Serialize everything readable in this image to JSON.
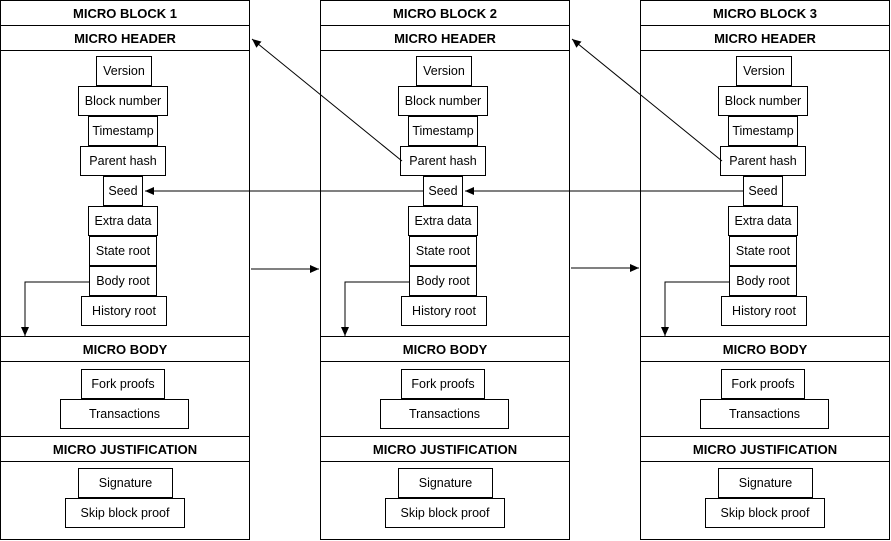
{
  "blocks": [
    {
      "title": "MICRO BLOCK 1",
      "header_title": "MICRO HEADER",
      "header_fields": [
        "Version",
        "Block number",
        "Timestamp",
        "Parent hash",
        "Seed",
        "Extra data",
        "State root",
        "Body root",
        "History root"
      ],
      "body_title": "MICRO BODY",
      "body_fields": [
        "Fork proofs",
        "Transactions"
      ],
      "justification_title": "MICRO JUSTIFICATION",
      "justification_fields": [
        "Signature",
        "Skip block proof"
      ]
    },
    {
      "title": "MICRO BLOCK 2",
      "header_title": "MICRO HEADER",
      "header_fields": [
        "Version",
        "Block number",
        "Timestamp",
        "Parent hash",
        "Seed",
        "Extra data",
        "State root",
        "Body root",
        "History root"
      ],
      "body_title": "MICRO BODY",
      "body_fields": [
        "Fork proofs",
        "Transactions"
      ],
      "justification_title": "MICRO JUSTIFICATION",
      "justification_fields": [
        "Signature",
        "Skip block proof"
      ]
    },
    {
      "title": "MICRO BLOCK 3",
      "header_title": "MICRO HEADER",
      "header_fields": [
        "Version",
        "Block number",
        "Timestamp",
        "Parent hash",
        "Seed",
        "Extra data",
        "State root",
        "Body root",
        "History root"
      ],
      "body_title": "MICRO BODY",
      "body_fields": [
        "Fork proofs",
        "Transactions"
      ],
      "justification_title": "MICRO JUSTIFICATION",
      "justification_fields": [
        "Signature",
        "Skip block proof"
      ]
    }
  ]
}
